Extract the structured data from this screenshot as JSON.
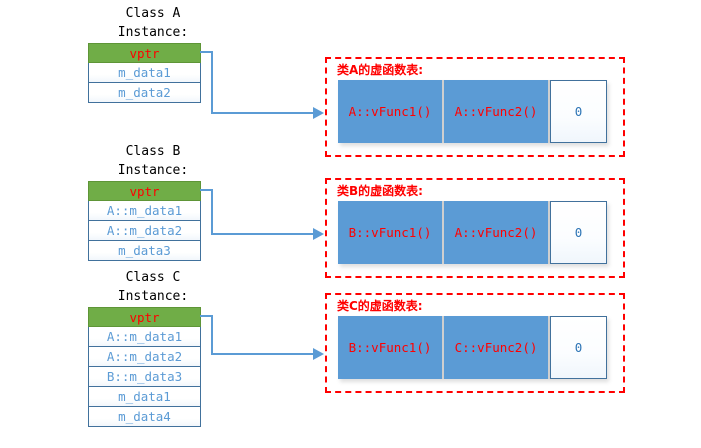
{
  "diagram": {
    "title_hint": "C++ virtual function table (vtable) layout for classes A, B, C",
    "colors": {
      "vptr_bg": "#70AD47",
      "vptr_text": "#FF0000",
      "member_text": "#5B9BD5",
      "vtable_cell_bg": "#5B9BD5",
      "vtable_cell_text": "#FF0000",
      "vtable_border": "#FF0000",
      "connector": "#5B9BD5",
      "null_text": "#2E75B6"
    }
  },
  "instances": [
    {
      "title_line1": "Class A",
      "title_line2": "Instance:",
      "slots": [
        {
          "label": "vptr",
          "kind": "vptr"
        },
        {
          "label": "m_data1",
          "kind": "member"
        },
        {
          "label": "m_data2",
          "kind": "member"
        }
      ]
    },
    {
      "title_line1": "Class B",
      "title_line2": "Instance:",
      "slots": [
        {
          "label": "vptr",
          "kind": "vptr"
        },
        {
          "label": "A::m_data1",
          "kind": "member"
        },
        {
          "label": "A::m_data2",
          "kind": "member"
        },
        {
          "label": "m_data3",
          "kind": "member"
        }
      ]
    },
    {
      "title_line1": "Class C",
      "title_line2": "Instance:",
      "slots": [
        {
          "label": "vptr",
          "kind": "vptr"
        },
        {
          "label": "A::m_data1",
          "kind": "member"
        },
        {
          "label": "A::m_data2",
          "kind": "member"
        },
        {
          "label": "B::m_data3",
          "kind": "member"
        },
        {
          "label": "m_data1",
          "kind": "member"
        },
        {
          "label": "m_data4",
          "kind": "member"
        }
      ]
    }
  ],
  "vtables": [
    {
      "label": "类A的虚函数表:",
      "entries": [
        "A::vFunc1()",
        "A::vFunc2()"
      ],
      "terminator": "0"
    },
    {
      "label": "类B的虚函数表:",
      "entries": [
        "B::vFunc1()",
        "A::vFunc2()"
      ],
      "terminator": "0"
    },
    {
      "label": "类C的虚函数表:",
      "entries": [
        "B::vFunc1()",
        "C::vFunc2()"
      ],
      "terminator": "0"
    }
  ]
}
